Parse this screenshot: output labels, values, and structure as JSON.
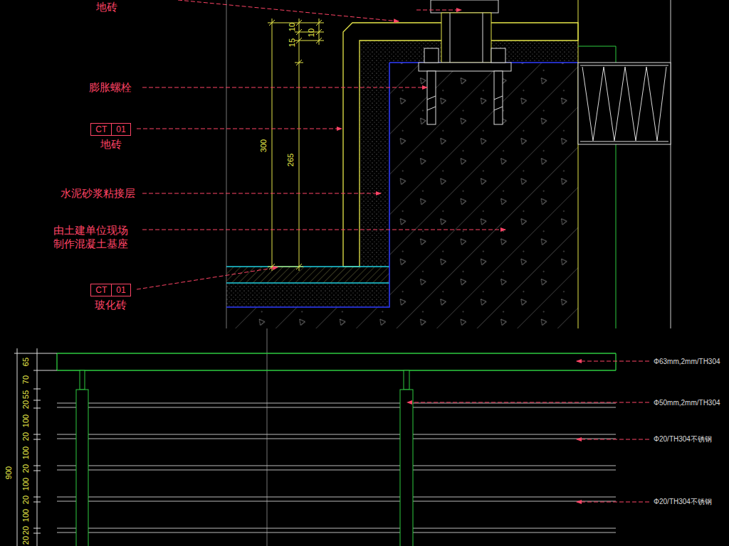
{
  "diagram": {
    "nodes": [
      {
        "text": [
          "CT",
          "01",
          "地砖"
        ]
      },
      {
        "text": [
          "CT",
          "01",
          "玻化砖"
        ]
      }
    ],
    "labels": [
      "地砖",
      "15",
      "10",
      "10",
      "300",
      "265",
      "膨胀螺栓",
      "水泥砂浆粘接层",
      "由土建单位现场 制作混凝土基座",
      "65",
      "70",
      "55",
      "20",
      "100",
      "20",
      "100",
      "20",
      "100",
      "20",
      "100",
      "20",
      "20",
      "900",
      "Φ63mm,2mm/TH304",
      "Φ50mm,2mm/TH304",
      "Φ20/TH304不锈钢",
      "Φ20/TH304不锈钢"
    ]
  }
}
